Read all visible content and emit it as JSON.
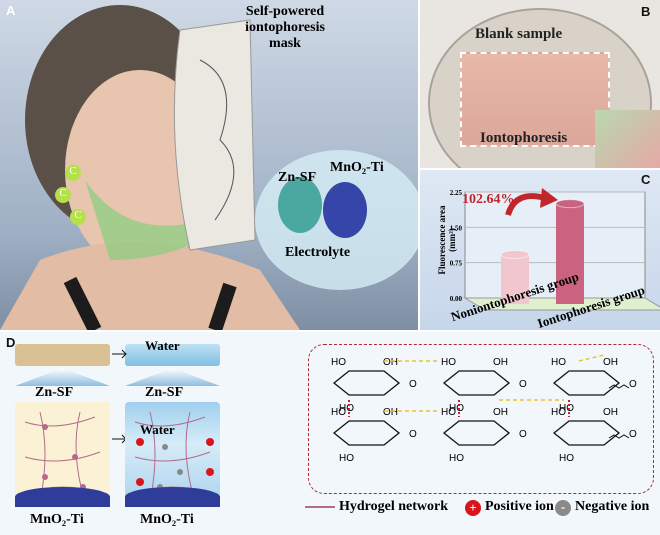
{
  "panels": {
    "a": "A",
    "b": "B",
    "c": "C",
    "d": "D"
  },
  "panelA": {
    "mask_title": "Self-powered iontophoresis mask",
    "zn": "Zn-SF",
    "mno2": "MnO₂-Ti",
    "electrolyte": "Electrolyte",
    "ion_symbol": "C"
  },
  "panelB": {
    "blank": "Blank sample",
    "ionto": "Iontophoresis"
  },
  "chart_data": {
    "type": "bar",
    "categories": [
      "Noniontophoresis group",
      "Iontophoresis group"
    ],
    "values": [
      1.05,
      2.13
    ],
    "ylabel": "Fluorescence area (mm²)",
    "yticks": [
      "0.00",
      "0.75",
      "1.50",
      "2.25"
    ],
    "ylim": [
      0,
      2.25
    ],
    "annotation": "102.64%",
    "colors": [
      "#f2c6cf",
      "#c9637f"
    ]
  },
  "panelD": {
    "zn_top": "Zn-SF",
    "zn_right": "Zn-SF",
    "mno2_left": "MnO₂-Ti",
    "mno2_right": "MnO₂-Ti",
    "water_top": "Water",
    "water_bottom": "Water",
    "chem": {
      "ho": "HO",
      "oh": "OH",
      "o": "O"
    },
    "legend": {
      "network": "Hydrogel network",
      "positive": "Positive ion",
      "negative": "Negative ion",
      "plus": "+",
      "minus": "-"
    }
  },
  "colors": {
    "accent_red": "#c0262c",
    "positive": "#d8141c",
    "negative": "#8a8a8a",
    "network": "#b56a8a"
  }
}
